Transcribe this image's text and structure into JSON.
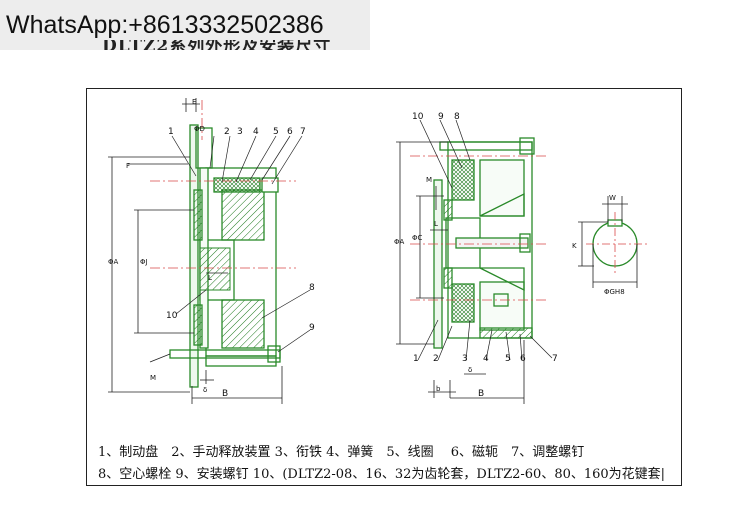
{
  "watermark": "WhatsApp:+8613332502386",
  "heading": "DLTZ2系列外形及安装尺寸",
  "left_view": {
    "part_numbers": [
      "1",
      "2",
      "3",
      "4",
      "5",
      "6",
      "7",
      "8",
      "9",
      "10"
    ],
    "dimensions": {
      "E": "E",
      "phiD": "ΦD",
      "F": "F",
      "phiA": "ΦA",
      "phiJ": "ΦJ",
      "L": "L",
      "M": "M",
      "delta": "δ",
      "B": "B"
    }
  },
  "right_view": {
    "part_numbers": [
      "10",
      "9",
      "8",
      "1",
      "2",
      "3",
      "4",
      "5",
      "6",
      "7"
    ],
    "dimensions": {
      "M": "M",
      "phiA": "ΦA",
      "phiC": "ΦC",
      "L": "L",
      "b": "b",
      "delta": "δ",
      "B": "B"
    }
  },
  "keyway_view": {
    "W": "W",
    "K": "K",
    "phiGH8": "ΦGH8"
  },
  "legend": {
    "line1": "1、制动盘　2、手动释放装置 3、衔铁 4、弹簧　5、线圈　 6、磁轭　7、调整螺钉",
    "line2": "8、空心螺栓 9、安装螺钉 10、(DLTZ2-08、16、32为齿轮套，DLTZ2-60、80、160为花键套|"
  },
  "colors": {
    "outline": "#2a8a2a",
    "hatch": "#1f7a1f",
    "centerline": "#d94a4a",
    "dimension": "#222222"
  }
}
